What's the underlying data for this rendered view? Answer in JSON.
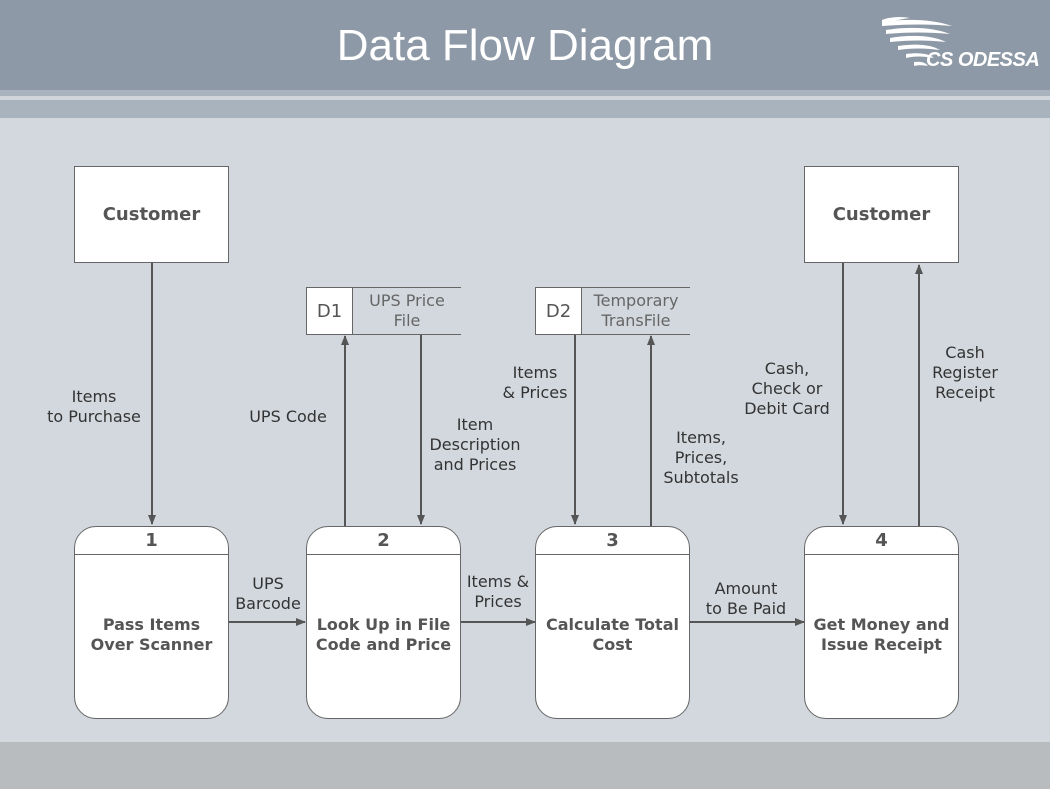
{
  "title": "Data Flow Diagram",
  "logo": {
    "text": "CS ODESSA",
    "icon": "cs-odessa-swirl-logo"
  },
  "colors": {
    "header": "#8d99a6",
    "canvas": "#d3d8de",
    "footer": "#b8bcbf",
    "line": "#555555"
  },
  "entities": [
    {
      "label": "Customer"
    },
    {
      "label": "Customer"
    }
  ],
  "stores": [
    {
      "id": "D1",
      "name": "UPS Price\nFile"
    },
    {
      "id": "D2",
      "name": "Temporary\nTransFile"
    }
  ],
  "processes": [
    {
      "number": "1",
      "label": "Pass Items\nOver Scanner"
    },
    {
      "number": "2",
      "label": "Look Up in File\nCode and Price"
    },
    {
      "number": "3",
      "label": "Calculate Total\nCost"
    },
    {
      "number": "4",
      "label": "Get Money and\nIssue Receipt"
    }
  ],
  "flows": {
    "items_to_purchase": "Items\nto Purchase",
    "ups_code": "UPS Code",
    "item_description": "Item\nDescription\nand Prices",
    "items_prices_in": "Items\n& Prices",
    "items_prices_subtotals": "Items,\nPrices,\nSubtotals",
    "cash_check": "Cash,\nCheck or\nDebit Card",
    "cash_register_receipt": "Cash\nRegister\nReceipt",
    "ups_barcode": "UPS\nBarcode",
    "items_and_prices": "Items &\nPrices",
    "amount_to_be_paid": "Amount\nto Be Paid"
  }
}
